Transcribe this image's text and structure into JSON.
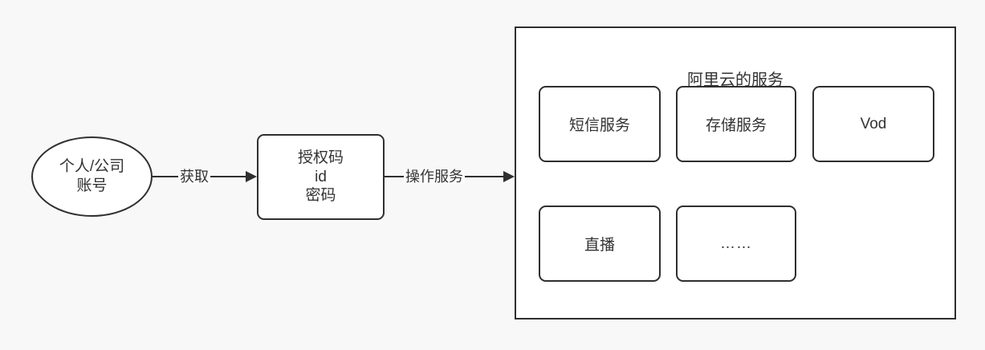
{
  "diagram": {
    "background_color": "#f8f8f8",
    "stroke_color": "#2f2f2f",
    "text_color": "#333333",
    "box_fill": "#ffffff"
  },
  "actor": {
    "shape": "ellipse",
    "line1": "个人/公司",
    "line2": "账号"
  },
  "credentials": {
    "shape": "rounded-rectangle",
    "line1": "授权码",
    "line2": "id",
    "line3": "密码"
  },
  "edges": [
    {
      "label": "获取",
      "from": "actor",
      "to": "credentials"
    },
    {
      "label": "操作服务",
      "from": "credentials",
      "to": "cloud"
    }
  ],
  "cloud": {
    "title": "阿里云的服务",
    "services": [
      {
        "label": "短信服务"
      },
      {
        "label": "存储服务"
      },
      {
        "label": "Vod"
      },
      {
        "label": "直播"
      },
      {
        "label": "……"
      }
    ]
  }
}
